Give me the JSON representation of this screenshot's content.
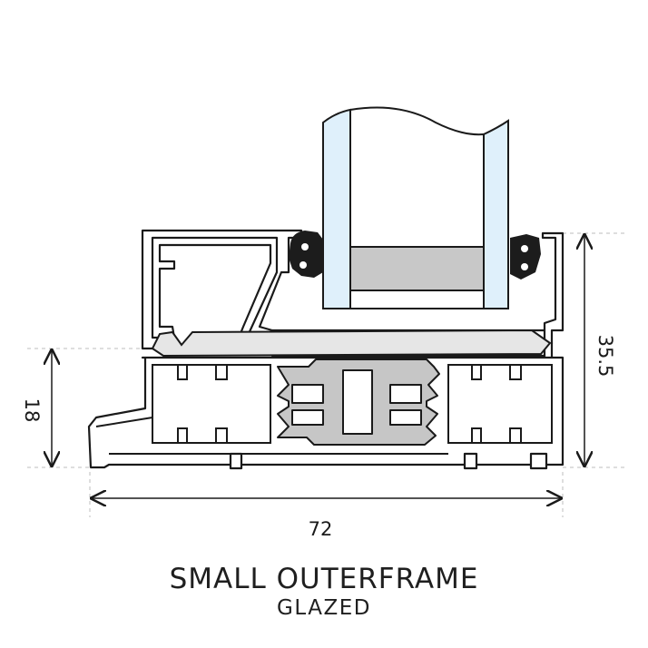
{
  "title": "SMALL OUTERFRAME",
  "subtitle": "GLAZED",
  "dimensions": {
    "width": "72",
    "height_right": "35.5",
    "height_left": "18"
  },
  "colors": {
    "outline": "#1a1a1a",
    "glass": "#dff0fb",
    "spacer": "#c8c8c8",
    "thermal_break": "#c6c6c6",
    "bead_fill": "#e6e6e6",
    "gasket": "#1c1c1c",
    "dashed": "#bdbdbd"
  },
  "icons": {
    "gasket": "rubber-gasket-shape",
    "arrow": "dimension-arrow"
  }
}
